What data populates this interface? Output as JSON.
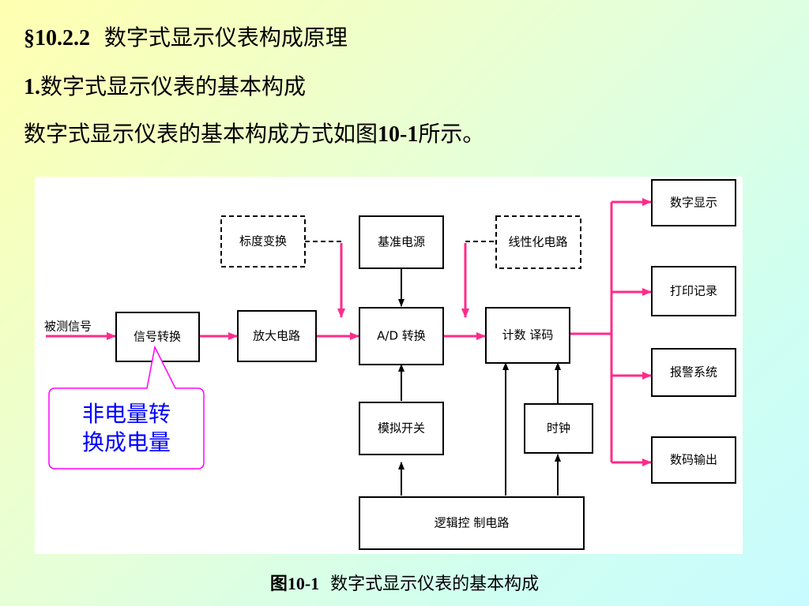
{
  "heading": {
    "section_number": "§10.2.2",
    "section_title": "数字式显示仪表构成原理"
  },
  "subheading": {
    "number": "1.",
    "text": "数字式显示仪表的基本构成"
  },
  "intro": {
    "before": "数字式显示仪表的基本构成方式如图",
    "figure_ref": "10-1",
    "after": "所示。"
  },
  "diagram": {
    "input_label": "被测信号",
    "blocks": {
      "signal_convert": "信号转换",
      "amplifier": "放大电路",
      "ad_convert": "A/D 转换",
      "count_decode": "计数 译码",
      "scale_convert": "标度变换",
      "reference_source": "基准电源",
      "linearization": "线性化电路",
      "analog_switch": "模拟开关",
      "clock": "时钟",
      "logic_control": "逻辑控 制电路",
      "digital_display": "数字显示",
      "print_record": "打印记录",
      "alarm_system": "报警系统",
      "digital_output": "数码输出"
    },
    "colors": {
      "signal_path": "#ff2b8a",
      "callout_border": "#ff00ff",
      "callout_text": "#0000ff"
    }
  },
  "callout": {
    "line1": "非电量转",
    "line2": "换成电量"
  },
  "caption": {
    "figure_number": "图10-1",
    "text": "数字式显示仪表的基本构成"
  }
}
